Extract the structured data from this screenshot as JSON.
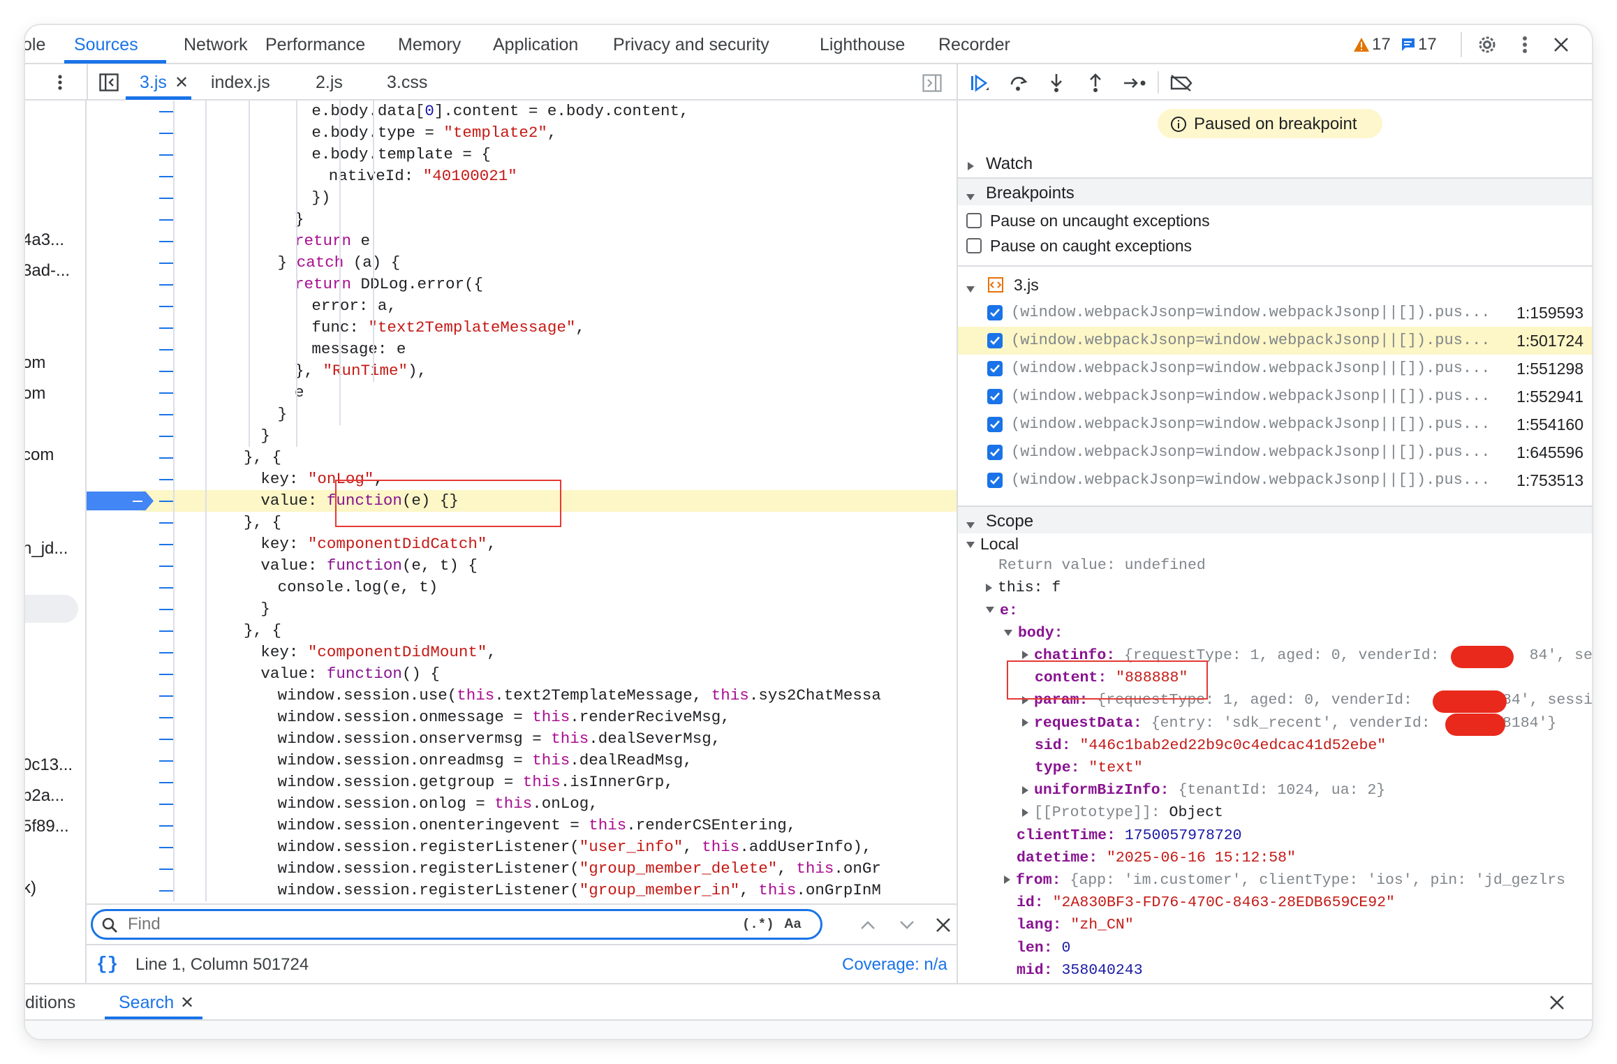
{
  "top_tabs": [
    "ole",
    "Sources",
    "Network",
    "Performance",
    "Memory",
    "Application",
    "Privacy and security",
    "Lighthouse",
    "Recorder"
  ],
  "counts": {
    "warnings": "17",
    "messages": "17"
  },
  "file_tabs": [
    "3.js",
    "index.js",
    "2.js",
    "3.css"
  ],
  "nav_items": [
    "4a3...",
    "3ad-...",
    "om",
    "om",
    "com",
    "n_jd...",
    "0c13...",
    "b2a...",
    "5f89...",
    "k)"
  ],
  "paused_label": "Paused on breakpoint",
  "sections": {
    "watch": "Watch",
    "breakpoints": "Breakpoints",
    "scope": "Scope"
  },
  "pause_options": [
    "Pause on uncaught exceptions",
    "Pause on caught exceptions"
  ],
  "bp_file": "3.js",
  "breakpoints": [
    {
      "text": "(window.webpackJsonp=window.webpackJsonp||[]).pus...",
      "loc": "1:159593"
    },
    {
      "text": "(window.webpackJsonp=window.webpackJsonp||[]).pus...",
      "loc": "1:501724"
    },
    {
      "text": "(window.webpackJsonp=window.webpackJsonp||[]).pus...",
      "loc": "1:551298"
    },
    {
      "text": "(window.webpackJsonp=window.webpackJsonp||[]).pus...",
      "loc": "1:552941"
    },
    {
      "text": "(window.webpackJsonp=window.webpackJsonp||[]).pus...",
      "loc": "1:554160"
    },
    {
      "text": "(window.webpackJsonp=window.webpackJsonp||[]).pus...",
      "loc": "1:645596"
    },
    {
      "text": "(window.webpackJsonp=window.webpackJsonp||[]).pus...",
      "loc": "1:753513"
    }
  ],
  "scope": {
    "local": "Local",
    "return_value_label": "Return value:",
    "return_value": "undefined",
    "this_label": "this:",
    "this_value": "f",
    "e_label": "e:",
    "body_label": "body:",
    "chatinfo_label": "chatinfo:",
    "chatinfo_value": "{requestType: 1, aged: 0, venderId:",
    "chatinfo_tail": "84', se",
    "content_label": "content:",
    "content_value": "\"888888\"",
    "param_label": "param:",
    "param_value": "{requestType: 1, aged: 0, venderId:",
    "param_tail": "84', sessi",
    "requestData_label": "requestData:",
    "requestData_value": "{entry: 'sdk_recent', venderId:",
    "requestData_tail": "8184'}",
    "sid_label": "sid:",
    "sid_value": "\"446c1bab2ed22b9c0c4edcac41d52ebe\"",
    "type_label": "type:",
    "type_value": "\"text\"",
    "uniform_label": "uniformBizInfo:",
    "uniform_value": "{tenantId: 1024, ua: 2}",
    "proto_label": "[[Prototype]]:",
    "proto_value": "Object",
    "clientTime_label": "clientTime:",
    "clientTime_value": "1750057978720",
    "datetime_label": "datetime:",
    "datetime_value": "\"2025-06-16 15:12:58\"",
    "from_label": "from:",
    "from_value": "{app: 'im.customer', clientType: 'ios', pin: 'jd_gezlrs",
    "id_label": "id:",
    "id_value": "\"2A830BF3-FD76-470C-8463-28EDB659CE92\"",
    "lang_label": "lang:",
    "lang_value": "\"zh_CN\"",
    "len_label": "len:",
    "len_value": "0",
    "mid_label": "mid:",
    "mid_value": "358040243"
  },
  "find": {
    "placeholder": "Find",
    "regex": "(.*)",
    "case": "Aa"
  },
  "status": {
    "position": "Line 1, Column 501724",
    "coverage": "Coverage: n/a"
  },
  "drawer": {
    "tab1": "ditions",
    "tab2": "Search"
  }
}
